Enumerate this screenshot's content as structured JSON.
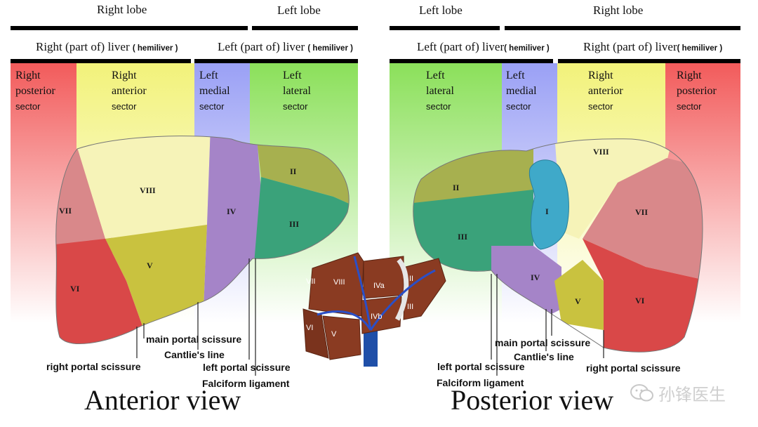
{
  "anterior": {
    "top_headers": {
      "right_lobe": "Right lobe",
      "left_lobe": "Left lobe"
    },
    "hemi_headers": {
      "right_main": "Right (part of) liver",
      "right_paren": "( hemiliver )",
      "left_main": "Left (part of) liver",
      "left_paren": "( hemiliver )"
    },
    "sectors": [
      {
        "title1": "Right",
        "title2": "posterior",
        "title3": "sector",
        "color": "#f25b5b"
      },
      {
        "title1": "Right",
        "title2": "anterior",
        "title3": "sector",
        "color": "#f2f27a"
      },
      {
        "title1": "Left",
        "title2": "medial",
        "title3": "sector",
        "color": "#9aa0f5"
      },
      {
        "title1": "Left",
        "title2": "lateral",
        "title3": "sector",
        "color": "#8be05a"
      }
    ],
    "segments": [
      "VII",
      "VIII",
      "V",
      "VI",
      "IV",
      "II",
      "III"
    ],
    "labels": {
      "main_portal": "main portal scissure",
      "cantlie": "Cantlie's line",
      "right_portal": "right portal scissure",
      "left_portal": "left portal scissure",
      "falciform": "Falciform ligament"
    },
    "view_title": "Anterior view"
  },
  "posterior": {
    "top_headers": {
      "left_lobe": "Left lobe",
      "right_lobe": "Right lobe"
    },
    "hemi_headers": {
      "left_main": "Left (part of) liver",
      "left_paren": "( hemiliver )",
      "right_main": "Right (part of) liver",
      "right_paren": "( hemiliver )"
    },
    "sectors": [
      {
        "title1": "Left",
        "title2": "lateral",
        "title3": "sector",
        "color": "#8be05a"
      },
      {
        "title1": "Left",
        "title2": "medial",
        "title3": "sector",
        "color": "#9aa0f5"
      },
      {
        "title1": "Right",
        "title2": "anterior",
        "title3": "sector",
        "color": "#f2f27a"
      },
      {
        "title1": "Right",
        "title2": "posterior",
        "title3": "sector",
        "color": "#f25b5b"
      }
    ],
    "segments": [
      "II",
      "III",
      "I",
      "VIII",
      "VII",
      "IV",
      "V",
      "VI"
    ],
    "labels": {
      "main_portal": "main portal scissure",
      "cantlie": "Cantlie's line",
      "left_portal": "left portal scissure",
      "falciform": "Falciform ligament",
      "right_portal": "right portal scissure"
    },
    "view_title": "Posterior view"
  },
  "inset": {
    "segments": [
      "VII",
      "VIII",
      "IVa",
      "II",
      "III",
      "IVb",
      "V",
      "VI"
    ]
  },
  "watermark": "孙锋医生",
  "colors": {
    "seg_VII": "#d9888a",
    "seg_VIII": "#f6f3b8",
    "seg_V": "#c9c23f",
    "seg_VI": "#d94848",
    "seg_IV": "#a584c8",
    "seg_II": "#a7b04f",
    "seg_III": "#3aa27a",
    "seg_I": "#3fa9c9",
    "liver_brown": "#8a3b22",
    "vessel_blue": "#2a4fc7"
  }
}
